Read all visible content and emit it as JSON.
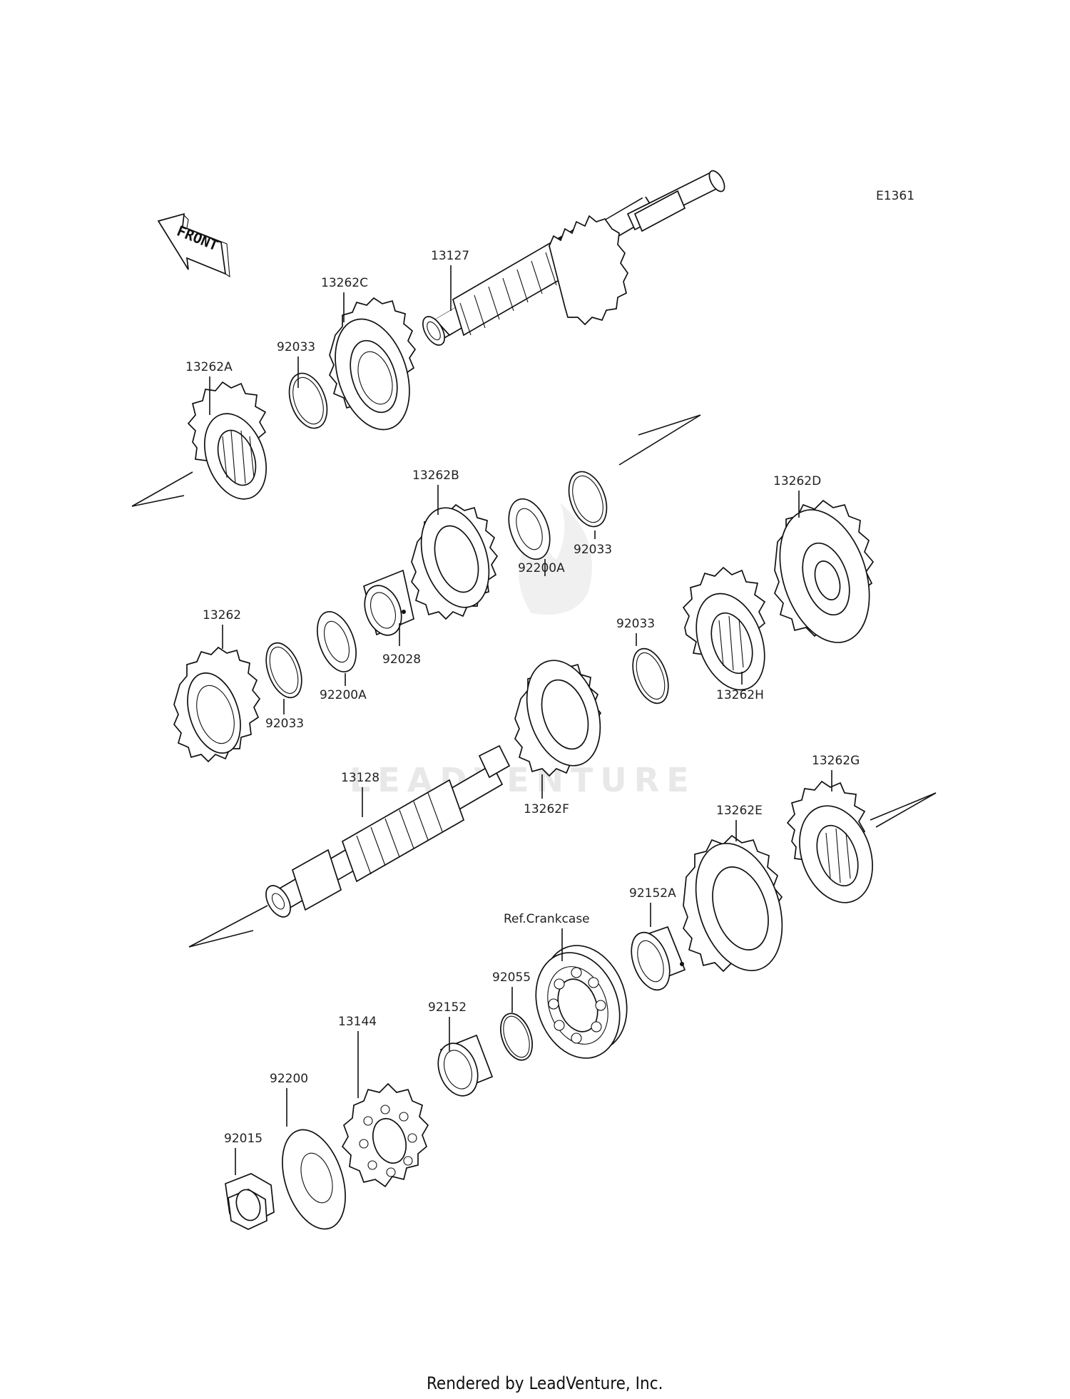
{
  "diagram_code": "E1361",
  "front_arrow": {
    "label": "FRONT"
  },
  "watermark": "LEADVENTURE",
  "footer": "Rendered by LeadVenture, Inc.",
  "labels": {
    "p13262A": "13262A",
    "p92033_a": "92033",
    "p13262C": "13262C",
    "p13127": "13127",
    "p13262B": "13262B",
    "p92200A_a": "92200A",
    "p92033_b": "92033",
    "p13262D": "13262D",
    "p13262": "13262",
    "p92033_c": "92033",
    "p92200A_b": "92200A",
    "p92028": "92028",
    "p92033_d": "92033",
    "p13262H": "13262H",
    "p13262F": "13262F",
    "p13128": "13128",
    "p13262G": "13262G",
    "p13262E": "13262E",
    "p92152A": "92152A",
    "ref_crankcase": "Ref.Crankcase",
    "p92055": "92055",
    "p92152": "92152",
    "p13144": "13144",
    "p92200": "92200",
    "p92015": "92015"
  }
}
